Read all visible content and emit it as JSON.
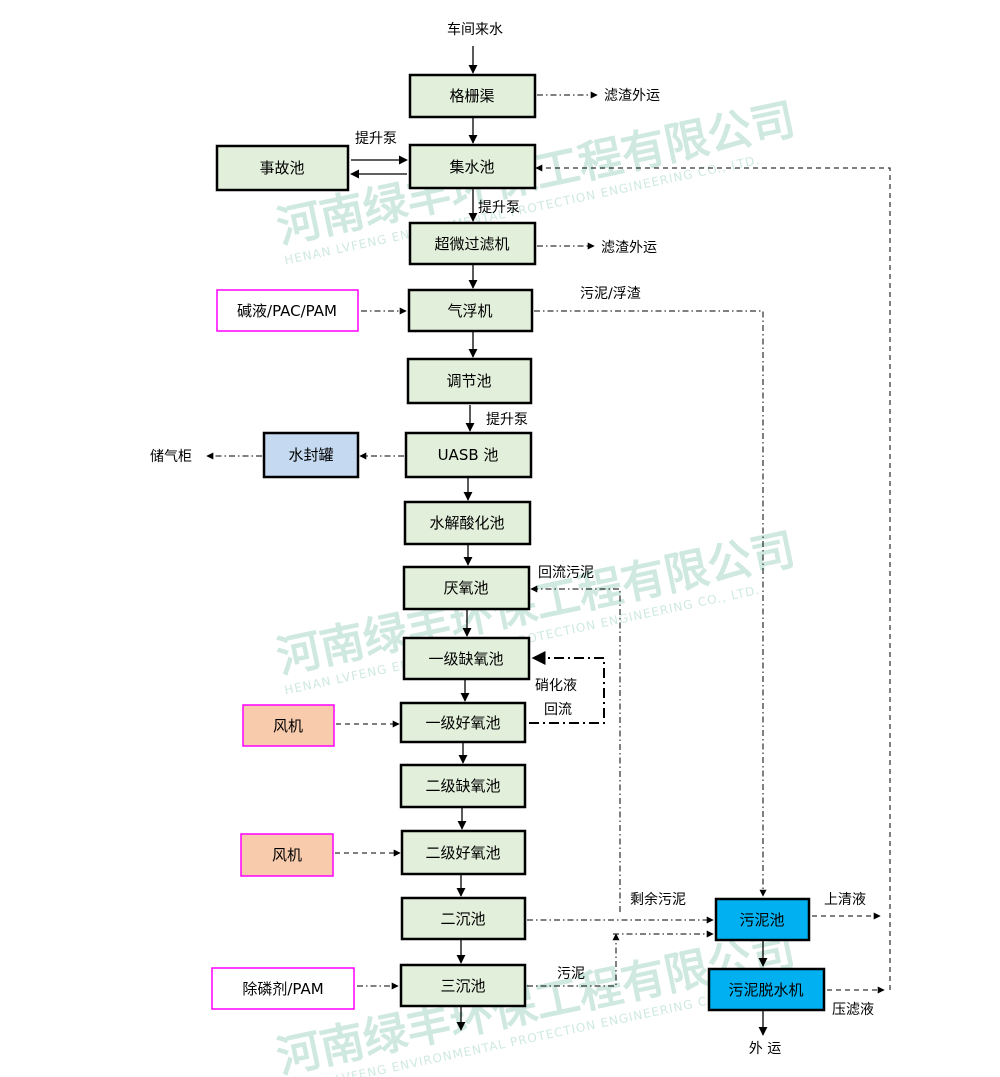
{
  "colors": {
    "process": "#e2efda",
    "reagent": "#ffffff",
    "reagent_border": "#ff00ff",
    "blower": "#f8cbad",
    "seal": "#c5d9f1",
    "sludge": "#00b0f0"
  },
  "watermark": {
    "company_cn": "河南绿丰环保工程有限公司",
    "company_en": "HENAN LVFENG ENVIRONMENTAL PROTECTION ENGINEERING CO., LTD."
  },
  "nodes": {
    "grille": "格栅渠",
    "accident": "事故池",
    "collect": "集水池",
    "ultrafilter": "超微过滤机",
    "reagent1": "碱液/PAC/PAM",
    "dissolved_air": "气浮机",
    "equalize": "调节池",
    "water_seal": "水封罐",
    "uasb": "UASB 池",
    "hydrolysis": "水解酸化池",
    "anaerobic": "厌氧池",
    "anoxic1": "一级缺氧池",
    "blower1": "风机",
    "aerobic1": "一级好氧池",
    "anoxic2": "二级缺氧池",
    "blower2": "风机",
    "aerobic2": "二级好氧池",
    "secondary": "二沉池",
    "reagent2": "除磷剂/PAM",
    "tertiary": "三沉池",
    "sludge_tank": "污泥池",
    "dewater": "污泥脱水机"
  },
  "labels": {
    "inflow": "车间来水",
    "residue1": "滤渣外运",
    "pump1": "提升泵",
    "pump2": "提升泵",
    "residue2": "滤渣外运",
    "sludge_scum": "污泥/浮渣",
    "pump3": "提升泵",
    "gas_holder": "储气柜",
    "return_sludge": "回流污泥",
    "nitrate_1": "硝化液",
    "nitrate_2": "回流",
    "excess_sludge": "剩余污泥",
    "sludge": "污泥",
    "supernatant": "上清液",
    "filtrate": "压滤液",
    "haul": "外 运"
  }
}
